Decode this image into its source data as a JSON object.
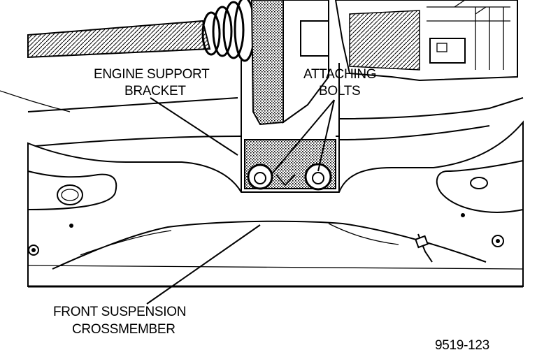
{
  "labels": {
    "engine_support_bracket_line1": "ENGINE SUPPORT",
    "engine_support_bracket_line2": "BRACKET",
    "attaching_bolts_line1": "ATTACHING",
    "attaching_bolts_line2": "BOLTS",
    "front_suspension_line1": "FRONT SUSPENSION",
    "front_suspension_line2": "CROSSMEMBER"
  },
  "figure_number": "9519-123"
}
